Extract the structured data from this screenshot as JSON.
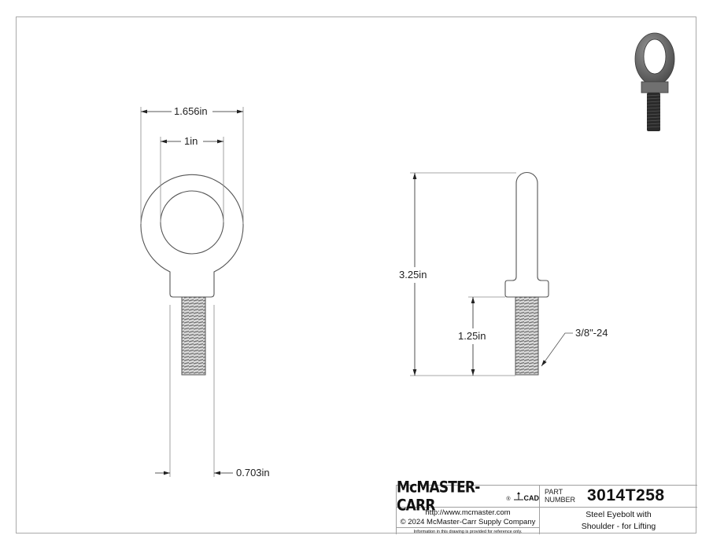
{
  "drawing": {
    "front_view": {
      "overall_width": "1.656in",
      "eye_inner_diameter": "1in",
      "shank_width": "0.703in"
    },
    "side_view": {
      "overall_length": "3.25in",
      "thread_length": "1.25in",
      "thread_spec": "3/8\"-24"
    },
    "preview_image": "eyebolt-3d-render"
  },
  "title_block": {
    "brand": "McMASTER-CARR",
    "registered_mark": "®",
    "icad_label": "CAD",
    "part_number_label_line1": "PART",
    "part_number_label_line2": "NUMBER",
    "part_number": "3014T258",
    "url": "http://www.mcmaster.com",
    "copyright": "© 2024 McMaster-Carr Supply Company",
    "disclaimer": "Information in this drawing is provided for reference only.",
    "description_line1": "Steel Eyebolt with",
    "description_line2": "Shoulder - for Lifting"
  },
  "colors": {
    "line": "#555555",
    "dimension_line": "#8a8a8a",
    "thread": "#777777",
    "frame": "#a9a9a9"
  }
}
